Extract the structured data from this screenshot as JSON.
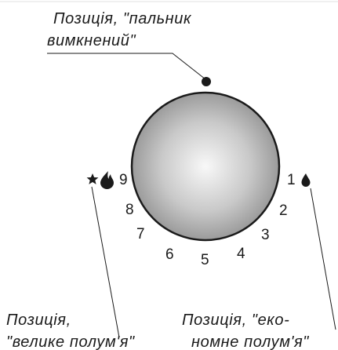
{
  "labels": {
    "off_line1": "Позиція, \"пальник",
    "off_line2": "вимкнений\"",
    "large_line1": "Позиція,",
    "large_line2": "\"велике полум'я\"",
    "eco_line1": "Позиція, \"еко-",
    "eco_line2": "номне полум'я\""
  },
  "scale": [
    "1",
    "2",
    "3",
    "4",
    "5",
    "6",
    "7",
    "8",
    "9"
  ],
  "icons": {
    "off_position": "filled-dot-icon",
    "large_flame": "large-flame-icon",
    "small_flame": "small-flame-icon",
    "star": "star-icon"
  },
  "colors": {
    "knob_light": "#f5f5f5",
    "knob_dark": "#8a8a8a",
    "ink": "#1a1a1a"
  }
}
